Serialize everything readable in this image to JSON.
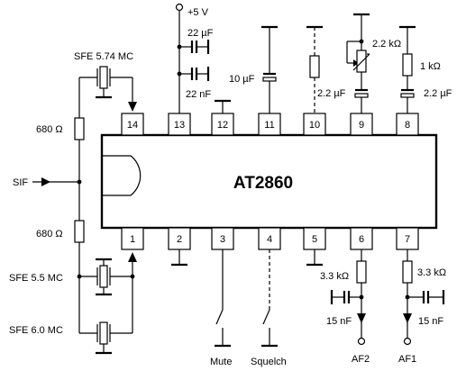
{
  "chip": {
    "name": "AT2860"
  },
  "pins": {
    "top": [
      "14",
      "13",
      "12",
      "11",
      "10",
      "9",
      "8"
    ],
    "bottom": [
      "1",
      "2",
      "3",
      "4",
      "5",
      "6",
      "7"
    ]
  },
  "labels": {
    "supply": "+5 V",
    "sfe_574": "SFE 5.74 MC",
    "sfe_55": "SFE 5.5 MC",
    "sfe_60": "SFE 6.0 MC",
    "sif": "SIF",
    "r680_top": "680 Ω",
    "r680_bottom": "680 Ω",
    "c22uf_13": "22 µF",
    "c22nf": "22 nF",
    "c10uf": "10 µF",
    "r22k_9": "2.2 kΩ",
    "c22uf_9": "2.2 µF",
    "r1k": "1 kΩ",
    "c22uf_8": "2.2 µF",
    "r33k_6": "3.3 kΩ",
    "c15nf_6": "15 nF",
    "r33k_7": "3.3 kΩ",
    "c15nf_7": "15 nF",
    "mute": "Mute",
    "squelch": "Squelch",
    "af2": "AF2",
    "af1": "AF1"
  }
}
